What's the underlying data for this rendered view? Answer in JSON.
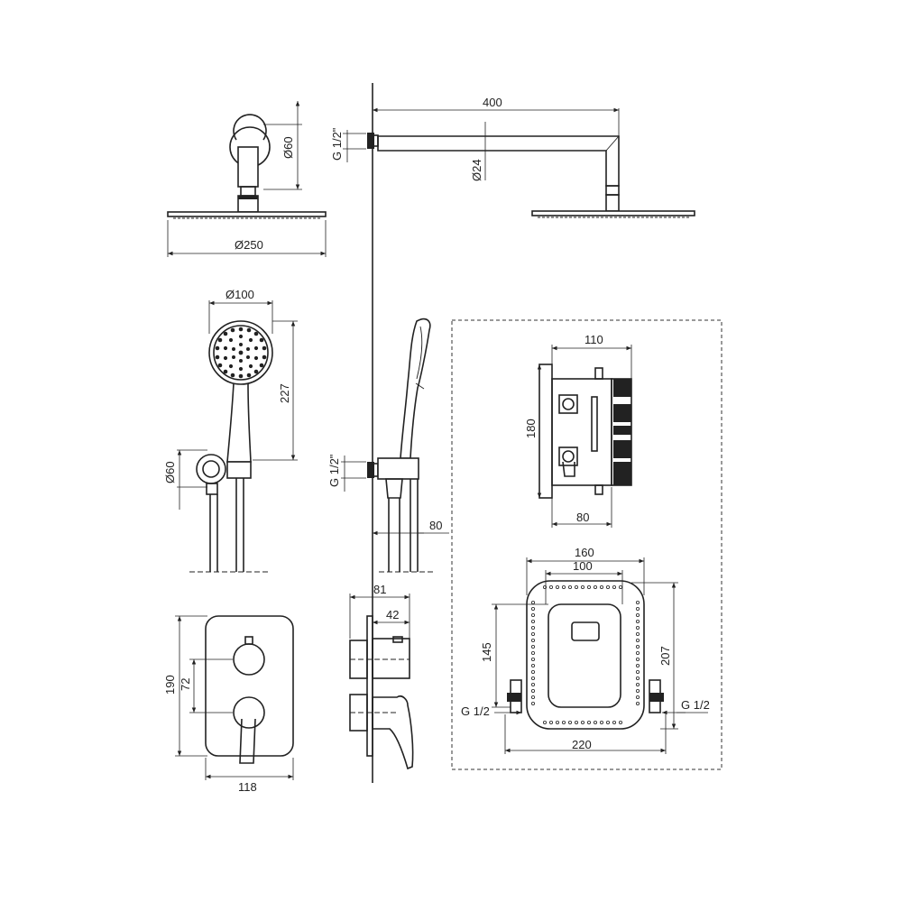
{
  "dimensions": {
    "rain_head_diameter": "Ø250",
    "arm_flange_diameter": "Ø60",
    "arm_length": "400",
    "arm_diameter": "Ø24",
    "arm_thread": "G 1/2\"",
    "hand_shower_diameter": "Ø100",
    "hand_shower_height": "227",
    "holder_diameter": "Ø60",
    "holder_thread": "G 1/2\"",
    "holder_projection": "80",
    "plate_height": "190",
    "knob_offset": "72",
    "plate_width": "118",
    "mixer_depth_total": "81",
    "mixer_depth_knob": "42",
    "box_width": "110",
    "box_height": "180",
    "box_depth": "80",
    "frame_outer": "160",
    "frame_inner": "100",
    "frame_height_inner": "145",
    "frame_height_outer": "207",
    "frame_total_width": "220",
    "inlet_left": "G 1/2",
    "inlet_right": "G 1/2"
  }
}
